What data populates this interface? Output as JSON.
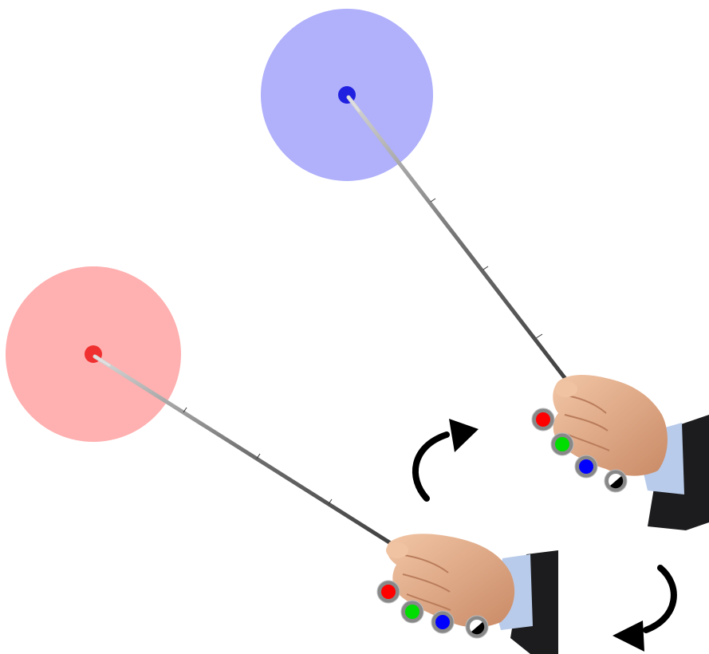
{
  "colors": {
    "background": "#ffffff",
    "red_halo": "#ffb0b0",
    "red_dot": "#f03030",
    "blue_halo": "#b0b0fb",
    "blue_dot": "#2020e0",
    "pointer_rod": "#8a8a8a",
    "pointer_tip": "#e6e6e6",
    "skin": "#e8b28f",
    "skin_shadow": "#c88a68",
    "shirt_cuff": "#b9cbea",
    "suit": "#1c1c1e",
    "arrow": "#000000"
  },
  "pointers": [
    {
      "name": "blue-pointer",
      "target_color": "blue",
      "swatches": [
        {
          "name": "red-color-swatch",
          "color": "#ff0000"
        },
        {
          "name": "green-color-swatch",
          "color": "#00dd00"
        },
        {
          "name": "blue-color-swatch",
          "color": "#0000ff"
        },
        {
          "name": "contrast-swatch",
          "color": "contrast"
        }
      ]
    },
    {
      "name": "red-pointer",
      "target_color": "red",
      "swatches": [
        {
          "name": "red-color-swatch",
          "color": "#ff0000"
        },
        {
          "name": "green-color-swatch",
          "color": "#00dd00"
        },
        {
          "name": "blue-color-swatch",
          "color": "#0000ff"
        },
        {
          "name": "contrast-swatch",
          "color": "contrast"
        }
      ]
    }
  ],
  "arrows": [
    {
      "name": "clockwise-arrow-up-icon",
      "direction": "clockwise"
    },
    {
      "name": "clockwise-arrow-down-icon",
      "direction": "clockwise"
    }
  ]
}
